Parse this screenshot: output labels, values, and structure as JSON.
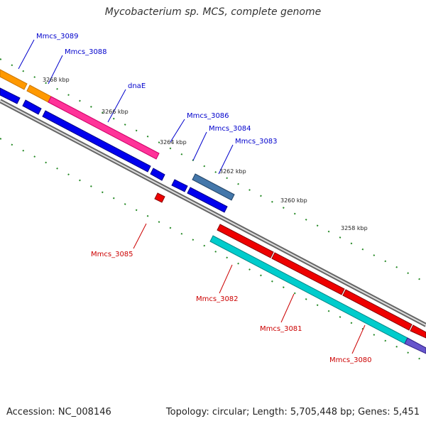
{
  "title": "Mycobacterium sp. MCS, complete genome",
  "footer": {
    "accession": "Accession: NC_008146",
    "summary": "Topology: circular; Length: 5,705,448 bp; Genes: 5,451"
  },
  "ruler_labels": [
    "3268 kbp",
    "3266 kbp",
    "3264 kbp",
    "3262 kbp",
    "3260 kbp",
    "3258 kbp"
  ],
  "gene_labels": [
    {
      "name": "Mmcs_3089",
      "strand": "forward"
    },
    {
      "name": "Mmcs_3088",
      "strand": "forward"
    },
    {
      "name": "dnaE",
      "strand": "forward"
    },
    {
      "name": "Mmcs_3086",
      "strand": "forward"
    },
    {
      "name": "Mmcs_3084",
      "strand": "forward"
    },
    {
      "name": "Mmcs_3083",
      "strand": "forward"
    },
    {
      "name": "Mmcs_3085",
      "strand": "reverse"
    },
    {
      "name": "Mmcs_3082",
      "strand": "reverse"
    },
    {
      "name": "Mmcs_3081",
      "strand": "reverse"
    },
    {
      "name": "Mmcs_3080",
      "strand": "reverse"
    }
  ],
  "colors": {
    "forward_label": "#0000cc",
    "reverse_label": "#cc0000",
    "backbone": "#888888",
    "tick": "#228822",
    "orange": "#ff9900",
    "pink": "#ff3399",
    "blue": "#0000ee",
    "steel": "#4477aa",
    "red": "#ee0000",
    "cyan": "#00cccc",
    "purple": "#6655cc"
  }
}
